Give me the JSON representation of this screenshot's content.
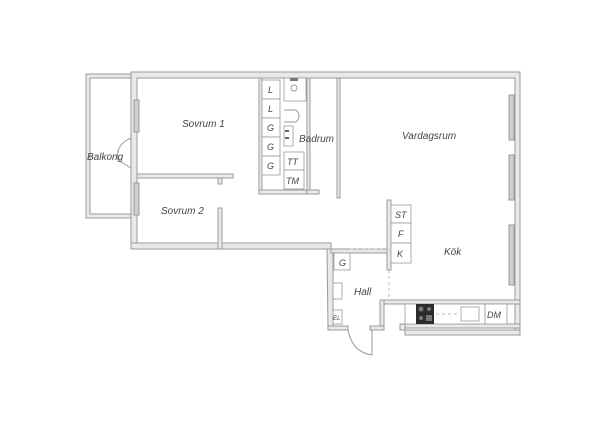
{
  "rooms": {
    "sovrum1": "Sovrum 1",
    "sovrum2": "Sovrum 2",
    "balkong": "Balkong",
    "badrum": "Badrum",
    "vardagsrum": "Vardagsrum",
    "kok": "Kök",
    "hall": "Hall"
  },
  "fixtures": {
    "closets": [
      "L",
      "L",
      "G",
      "G",
      "G"
    ],
    "bath_units": [
      "TT",
      "TM"
    ],
    "kitchen_units": [
      "ST",
      "F",
      "K"
    ],
    "hall_closet": "G",
    "electrical": "EL",
    "dishwasher": "DM"
  },
  "colors": {
    "wall": "#9a9a9a",
    "wall_fill": "#e9e9e9",
    "text": "#444444",
    "stove": "#2b2b2b"
  }
}
